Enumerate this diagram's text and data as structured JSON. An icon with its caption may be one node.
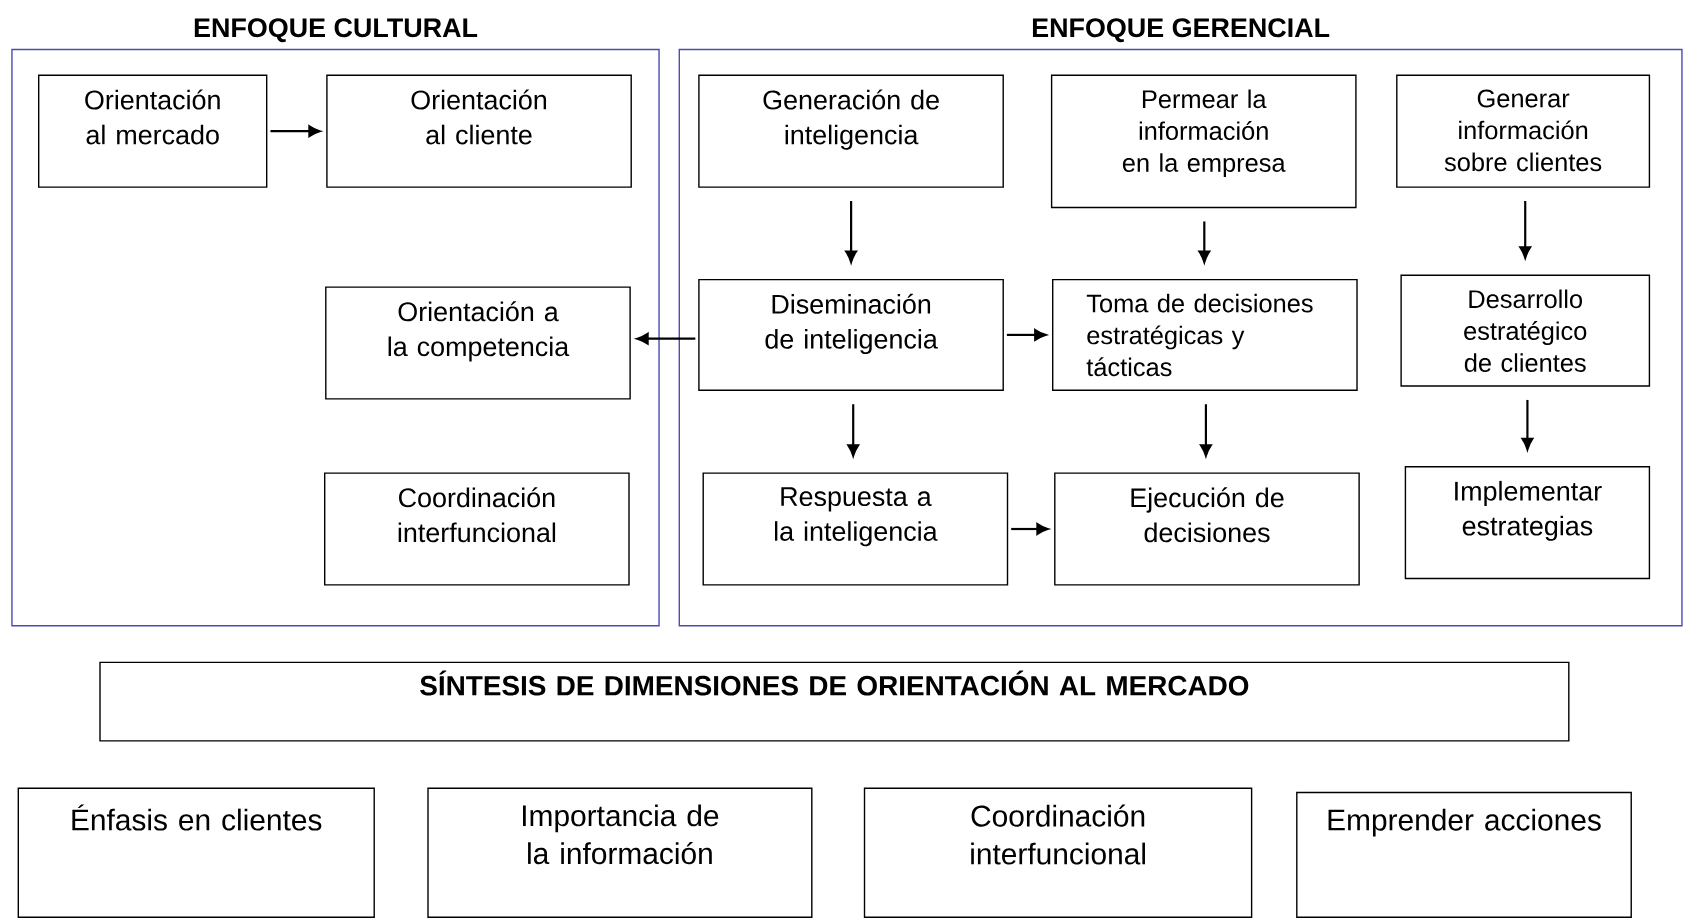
{
  "diagram": {
    "nodes": [
      {
        "text": [
          "ENFOQUE CULTURAL"
        ]
      },
      {
        "text": [
          "ENFOQUE GERENCIAL"
        ]
      },
      {
        "text": [
          "Orientación al mercado"
        ],
        "in": 0
      },
      {
        "text": [
          "Orientación al cliente"
        ],
        "in": 0
      },
      {
        "text": [
          "Orientación a la competencia"
        ],
        "in": 0
      },
      {
        "text": [
          "Coordinación interfuncional"
        ],
        "in": 0
      },
      {
        "text": [
          "Generación de inteligencia"
        ],
        "in": 1
      },
      {
        "text": [
          "Permear la información en la empresa"
        ],
        "in": 1
      },
      {
        "text": [
          "Generar información sobre clientes"
        ],
        "in": 1
      },
      {
        "text": [
          "Diseminación de inteligencia"
        ],
        "in": 1
      },
      {
        "text": [
          "Toma de decisiones estratégicas y tácticas"
        ],
        "in": 1
      },
      {
        "text": [
          "Desarrollo estratégico de clientes"
        ],
        "in": 1
      },
      {
        "text": [
          "Respuesta a la inteligencia"
        ],
        "in": 1
      },
      {
        "text": [
          "Ejecución de decisiones"
        ],
        "in": 1
      },
      {
        "text": [
          "Implementar estrategias"
        ],
        "in": 1
      },
      {
        "text": [
          "SÍNTESIS DE DIMENSIONES DE ORIENTACIÓN AL MERCADO"
        ]
      },
      {
        "text": [
          "Énfasis en clientes"
        ]
      },
      {
        "text": [
          "Importancia  de la información"
        ]
      },
      {
        "text": [
          "Coordinación interfuncional"
        ]
      },
      {
        "text": [
          "Emprender acciones"
        ]
      }
    ],
    "edges": [
      {
        "from": 2,
        "to": 3,
        "arrow": "to"
      },
      {
        "from": 9,
        "to": 4,
        "arrow": "to"
      },
      {
        "from": 6,
        "to": 9,
        "arrow": "to"
      },
      {
        "from": 7,
        "to": 10,
        "arrow": "to"
      },
      {
        "from": 8,
        "to": 11,
        "arrow": "to"
      },
      {
        "from": 9,
        "to": 10,
        "arrow": "to"
      },
      {
        "from": 9,
        "to": 12,
        "arrow": "to"
      },
      {
        "from": 10,
        "to": 13,
        "arrow": "to"
      },
      {
        "from": 11,
        "to": 14,
        "arrow": "to"
      },
      {
        "from": 12,
        "to": 13,
        "arrow": "to"
      }
    ]
  }
}
